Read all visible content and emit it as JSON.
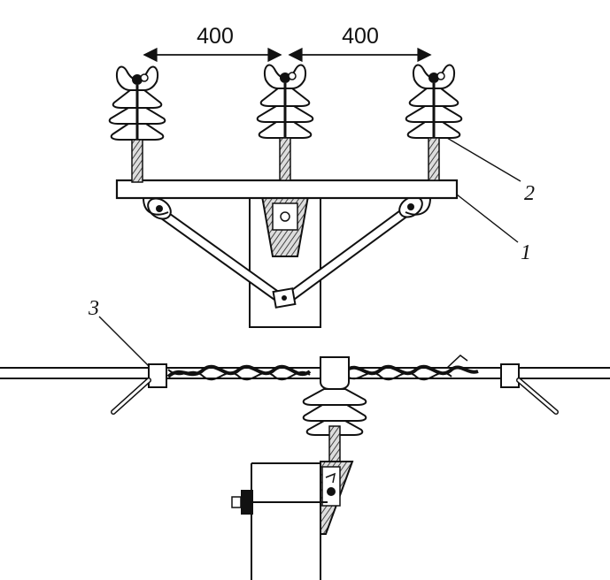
{
  "dimensions": {
    "left": "400",
    "right": "400"
  },
  "callouts": {
    "bracket": "1",
    "insulator": "2",
    "clamp": "3"
  },
  "colors": {
    "ink": "#111111",
    "paper": "#ffffff",
    "hatch": "#6a6a6a"
  }
}
